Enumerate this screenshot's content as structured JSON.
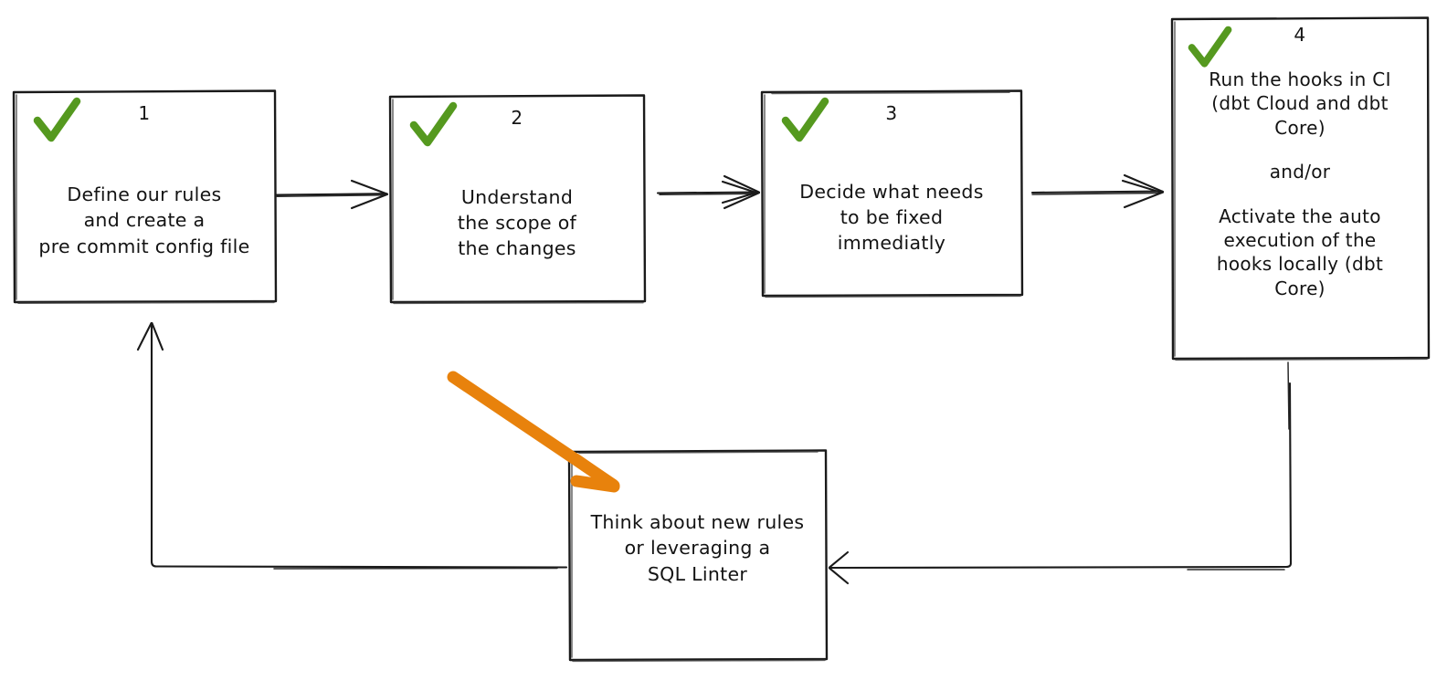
{
  "diagram": {
    "title": "Pre-commit hooks adoption workflow",
    "style": "hand-drawn whiteboard flowchart",
    "background_color": "#ffffff",
    "stroke_color": "#1a1a1a",
    "check_color": "#55991f",
    "highlight_color": "#e8820c"
  },
  "nodes": [
    {
      "id": "step-1",
      "number": "1",
      "checked": true,
      "check_icon": "green-check-icon",
      "lines": [
        "Define our rules\nand create a\npre commit config file"
      ]
    },
    {
      "id": "step-2",
      "number": "2",
      "checked": true,
      "check_icon": "green-check-icon",
      "lines": [
        "Understand\nthe scope of\nthe changes"
      ]
    },
    {
      "id": "step-3",
      "number": "3",
      "checked": true,
      "check_icon": "green-check-icon",
      "lines": [
        "Decide what needs\nto be fixed\nimmediatly"
      ]
    },
    {
      "id": "step-4",
      "number": "4",
      "checked": true,
      "check_icon": "green-check-icon",
      "lines": [
        "Run the hooks in CI\n(dbt Cloud and dbt\nCore)",
        "and/or",
        "Activate the auto\nexecution of the\nhooks locally (dbt\nCore)"
      ]
    },
    {
      "id": "step-loop",
      "number": "",
      "checked": false,
      "check_icon": "",
      "lines": [
        "Think about new rules\nor leveraging a\nSQL Linter"
      ]
    }
  ],
  "connectors": [
    {
      "id": "arrow-1-to-2",
      "from": "step-1",
      "to": "step-2",
      "direction": "right",
      "label": ""
    },
    {
      "id": "arrow-2-to-3",
      "from": "step-2",
      "to": "step-3",
      "direction": "right",
      "label": ""
    },
    {
      "id": "arrow-3-to-4",
      "from": "step-3",
      "to": "step-4",
      "direction": "right",
      "label": ""
    },
    {
      "id": "arrow-4-to-loop",
      "from": "step-4",
      "to": "step-loop",
      "direction": "down-left",
      "label": ""
    },
    {
      "id": "arrow-loop-to-1",
      "from": "step-loop",
      "to": "step-1",
      "direction": "left-up",
      "label": ""
    }
  ],
  "annotations": [
    {
      "id": "orange-highlight-arrow",
      "type": "freehand-arrow",
      "color": "#e8820c",
      "points_to": "step-loop",
      "label": ""
    }
  ]
}
